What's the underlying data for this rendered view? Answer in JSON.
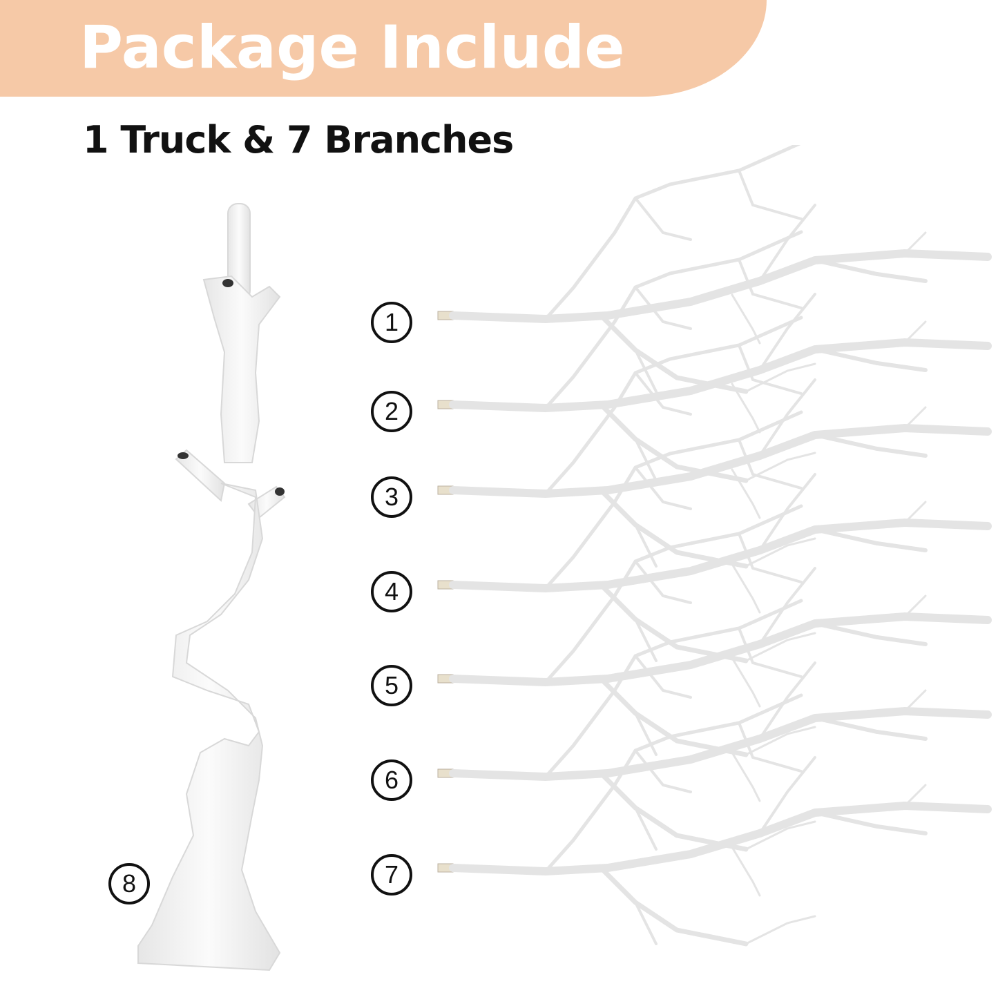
{
  "banner": {
    "title": "Package Include",
    "color": "#F6C9A7"
  },
  "subtitle": "1 Truck & 7 Branches",
  "parts": {
    "trunk": {
      "label": "8",
      "name": "truck"
    },
    "branches": [
      {
        "label": "1"
      },
      {
        "label": "2"
      },
      {
        "label": "3"
      },
      {
        "label": "4"
      },
      {
        "label": "5"
      },
      {
        "label": "6"
      },
      {
        "label": "7"
      }
    ]
  }
}
